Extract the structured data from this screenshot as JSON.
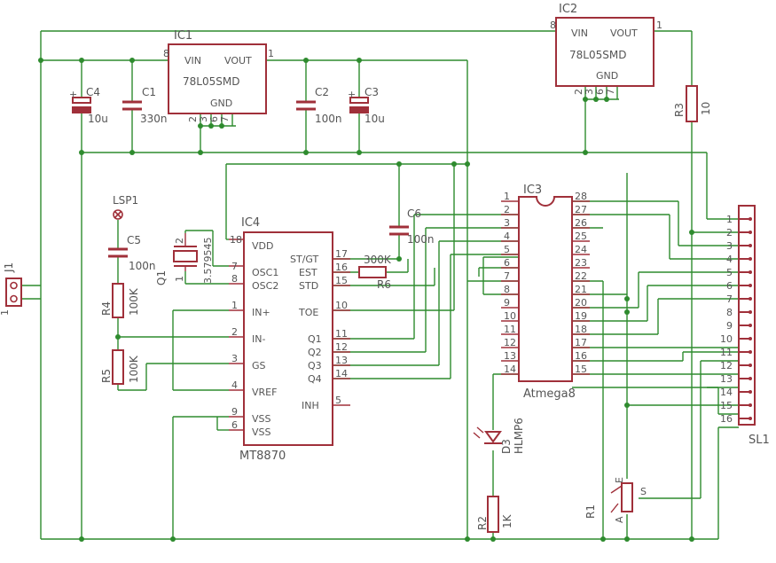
{
  "colors": {
    "wire": "#2e8b2e",
    "part": "#a0303a",
    "text": "#555555",
    "junction": "#2e8b2e"
  },
  "ic1": {
    "name": "IC1",
    "value": "78L05SMD",
    "vin": "VIN",
    "vout": "VOUT",
    "gnd": "GND",
    "pin_in": "8",
    "pin_out": "1",
    "gnd_pins": [
      "2",
      "3",
      "6",
      "7"
    ]
  },
  "ic2": {
    "name": "IC2",
    "value": "78L05SMD",
    "vin": "VIN",
    "vout": "VOUT",
    "gnd": "GND",
    "pin_in": "8",
    "pin_out": "1",
    "gnd_pins": [
      "2",
      "3",
      "6",
      "7"
    ]
  },
  "caps": {
    "c1": {
      "name": "C1",
      "value": "330n"
    },
    "c2": {
      "name": "C2",
      "value": "100n"
    },
    "c3": {
      "name": "C3",
      "value": "10u",
      "polarity": "+"
    },
    "c4": {
      "name": "C4",
      "value": "10u",
      "polarity": "+"
    },
    "c5": {
      "name": "C5",
      "value": "100n"
    },
    "c6": {
      "name": "C6",
      "value": "100n"
    }
  },
  "resistors": {
    "r1": {
      "name": "R1"
    },
    "r2": {
      "name": "R2",
      "value": "1K"
    },
    "r3": {
      "name": "R3",
      "value": "10"
    },
    "r4": {
      "name": "R4",
      "value": "100K"
    },
    "r5": {
      "name": "R5",
      "value": "100K"
    },
    "r6": {
      "name": "R6",
      "value": "300K"
    }
  },
  "pot": {
    "a": "A",
    "e": "E",
    "s": "S"
  },
  "lsp": {
    "name": "LSP1"
  },
  "crystal": {
    "name": "Q1",
    "value": "3.579545",
    "pin1": "1",
    "pin2": "2"
  },
  "led": {
    "name": "D3",
    "value": "HLMP6"
  },
  "j1": {
    "name": "J1",
    "pin1": "1"
  },
  "ic4": {
    "name": "IC4",
    "value": "MT8870",
    "left_pins": [
      {
        "num": "18",
        "label": "VDD"
      },
      {
        "num": "7",
        "label": "OSC1"
      },
      {
        "num": "8",
        "label": "OSC2"
      },
      {
        "num": "1",
        "label": "IN+"
      },
      {
        "num": "2",
        "label": "IN-"
      },
      {
        "num": "3",
        "label": "GS"
      },
      {
        "num": "4",
        "label": "VREF"
      },
      {
        "num": "9",
        "label": "VSS"
      },
      {
        "num": "6",
        "label": "VSS"
      }
    ],
    "right_pins": [
      {
        "num": "17",
        "label": "ST/GT"
      },
      {
        "num": "16",
        "label": "EST"
      },
      {
        "num": "15",
        "label": "STD"
      },
      {
        "num": "10",
        "label": "TOE"
      },
      {
        "num": "11",
        "label": "Q1"
      },
      {
        "num": "12",
        "label": "Q2"
      },
      {
        "num": "13",
        "label": "Q3"
      },
      {
        "num": "14",
        "label": "Q4"
      },
      {
        "num": "5",
        "label": "INH"
      }
    ]
  },
  "ic3": {
    "name": "IC3",
    "value": "Atmega8",
    "left_nums": [
      "1",
      "2",
      "3",
      "4",
      "5",
      "6",
      "7",
      "8",
      "9",
      "10",
      "11",
      "12",
      "13",
      "14"
    ],
    "right_nums": [
      "28",
      "27",
      "26",
      "25",
      "24",
      "23",
      "22",
      "21",
      "20",
      "19",
      "18",
      "17",
      "16",
      "15"
    ]
  },
  "sl1": {
    "name": "SL1",
    "pins": [
      "1",
      "2",
      "3",
      "4",
      "5",
      "6",
      "7",
      "8",
      "9",
      "10",
      "11",
      "12",
      "13",
      "14",
      "15",
      "16"
    ]
  }
}
